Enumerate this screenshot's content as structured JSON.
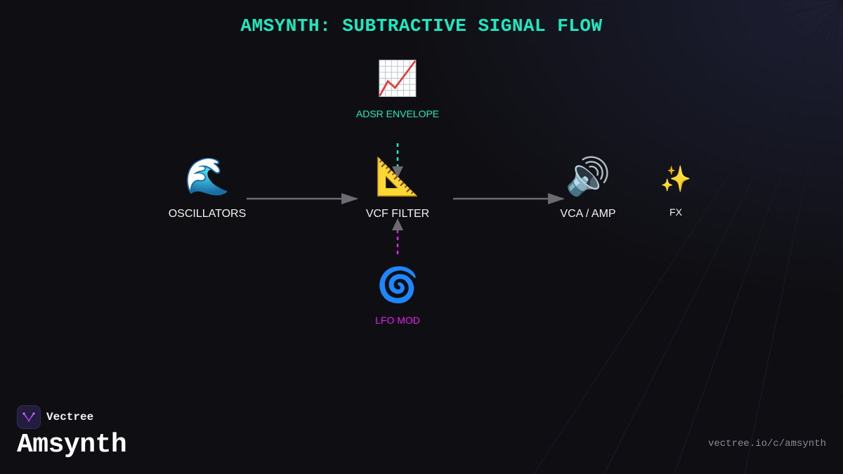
{
  "title": "AMSYNTH: SUBTRACTIVE SIGNAL FLOW",
  "nodes": {
    "envelope": {
      "icon": "📈",
      "icon_name": "chart-increasing-icon",
      "label": "ADSR ENVELOPE",
      "color": "#1de9c0"
    },
    "oscillators": {
      "icon": "🌊",
      "icon_name": "wave-icon",
      "label": "OSCILLATORS"
    },
    "filter": {
      "icon": "📐",
      "icon_name": "triangular-ruler-icon",
      "label": "VCF FILTER"
    },
    "amp": {
      "icon": "🔊",
      "icon_name": "speaker-icon",
      "label": "VCA / AMP"
    },
    "fx": {
      "icon": "✨",
      "icon_name": "sparkles-icon",
      "label": "FX"
    },
    "lfo": {
      "icon": "🌀",
      "icon_name": "cyclone-icon",
      "label": "LFO MOD",
      "color": "#e020f0"
    }
  },
  "edges": [
    {
      "from": "oscillators",
      "to": "filter",
      "style": "solid",
      "color": "#6b6b72"
    },
    {
      "from": "filter",
      "to": "amp",
      "style": "solid",
      "color": "#6b6b72"
    },
    {
      "from": "envelope",
      "to": "filter",
      "style": "dotted",
      "color": "#1de9c0"
    },
    {
      "from": "lfo",
      "to": "filter",
      "style": "dotted",
      "color": "#e020f0"
    }
  ],
  "footer": {
    "brand": "Vectree",
    "product": "Amsynth",
    "url": "vectree.io/c/amsynth"
  },
  "colors": {
    "background": "#0f0f13",
    "accent": "#1de9c0",
    "lfo": "#e020f0",
    "arrow": "#6b6b72",
    "brand_logo": "#a040e0"
  }
}
